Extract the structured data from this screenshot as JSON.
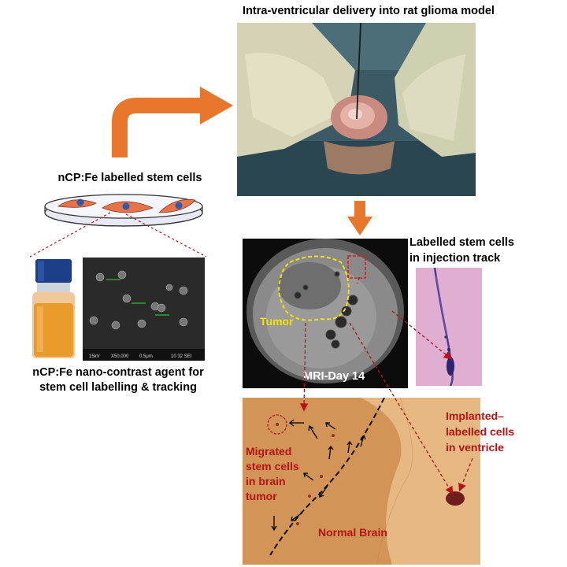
{
  "title": "Intra-ventricular delivery into rat glioma model",
  "stem_cells_label": "nCP:Fe labelled stem cells",
  "agent_caption_line1": "nCP:Fe nano-contrast agent for",
  "agent_caption_line2": "stem cell labelling & tracking",
  "injection_track_line1": "Labelled stem cells",
  "injection_track_line2": "in injection track",
  "tumor_label": "Tumor",
  "mri_label": "MRI-Day 14",
  "migrated_line1": "Migrated",
  "migrated_line2": "stem cells",
  "migrated_line3": "in brain",
  "migrated_line4": "tumor",
  "implanted_line1": "Implanted–",
  "implanted_line2": "labelled cells",
  "implanted_line3": "in ventricle",
  "normal_brain_label": "Normal Brain",
  "sem_footer": [
    "15kV",
    "X50,000",
    "0.5μm",
    "10 32 SEI"
  ],
  "colors": {
    "flow_arrow": "#e8762b",
    "red_annotation": "#b31515",
    "tumor_outline": "#f4e100",
    "vial_liquid": "#e99b2b",
    "vial_cap": "#1d3f8a",
    "dish_medium": "#e9e9f3",
    "cell_body": "#e6734a",
    "cell_nucleus": "#2e5aa8"
  }
}
